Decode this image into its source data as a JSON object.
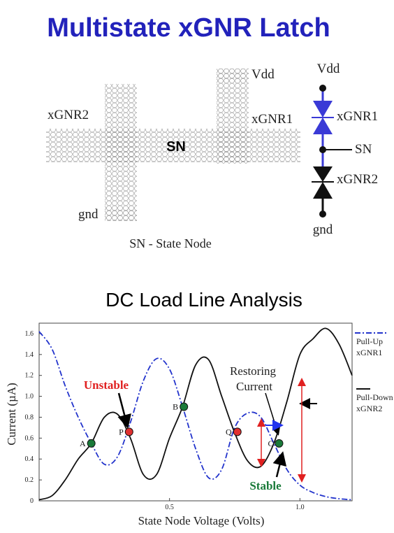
{
  "title": "Multistate xGNR Latch",
  "device": {
    "vdd": "Vdd",
    "xgnr1": "xGNR1",
    "xgnr2": "xGNR2",
    "sn": "SN",
    "gnd": "gnd",
    "caption": "SN - State Node"
  },
  "circuit": {
    "vdd": "Vdd",
    "xgnr1": "xGNR1",
    "sn": "SN",
    "xgnr2": "xGNR2",
    "gnd": "gnd",
    "colors": {
      "pullup": "#3a3ad6",
      "pulldown": "#111111"
    }
  },
  "analysis_title": "DC Load Line Analysis",
  "chart_data": {
    "type": "line",
    "xlabel": "State Node Voltage (Volts)",
    "ylabel": "Current (µA)",
    "xlim": [
      0,
      1.2
    ],
    "ylim": [
      0,
      1.7
    ],
    "xticks": [
      "0.5",
      "1.0"
    ],
    "yticks": [
      "0",
      "0.2",
      "0.4",
      "0.6",
      "0.8",
      "1.0",
      "1.2",
      "1.4",
      "1.6"
    ],
    "series": [
      {
        "name": "Pull-Up xGNR1",
        "style": "dash-dot",
        "color": "#2233cc",
        "x": [
          0,
          0.05,
          0.1,
          0.15,
          0.2,
          0.25,
          0.3,
          0.35,
          0.4,
          0.45,
          0.5,
          0.55,
          0.6,
          0.65,
          0.7,
          0.75,
          0.8,
          0.85,
          0.9,
          0.95,
          1.0,
          1.05,
          1.1,
          1.15,
          1.2
        ],
        "values": [
          1.62,
          1.45,
          1.1,
          0.8,
          0.55,
          0.35,
          0.42,
          0.75,
          1.15,
          1.36,
          1.26,
          0.9,
          0.5,
          0.22,
          0.3,
          0.7,
          0.84,
          0.8,
          0.55,
          0.3,
          0.15,
          0.08,
          0.04,
          0.02,
          0.01
        ]
      },
      {
        "name": "Pull-Down xGNR2",
        "style": "solid",
        "color": "#111111",
        "x": [
          0,
          0.05,
          0.1,
          0.15,
          0.2,
          0.25,
          0.3,
          0.35,
          0.4,
          0.45,
          0.5,
          0.55,
          0.6,
          0.65,
          0.7,
          0.75,
          0.8,
          0.85,
          0.9,
          0.95,
          1.0,
          1.05,
          1.1,
          1.15,
          1.2
        ],
        "values": [
          0.01,
          0.05,
          0.2,
          0.4,
          0.55,
          0.8,
          0.83,
          0.6,
          0.25,
          0.25,
          0.6,
          0.9,
          1.3,
          1.35,
          1.0,
          0.65,
          0.38,
          0.33,
          0.55,
          0.95,
          1.4,
          1.55,
          1.65,
          1.5,
          1.2
        ]
      }
    ],
    "points": [
      {
        "label": "A",
        "x": 0.2,
        "y": 0.55,
        "color": "#1a7a3a"
      },
      {
        "label": "P",
        "x": 0.345,
        "y": 0.66,
        "color": "#e03030"
      },
      {
        "label": "B",
        "x": 0.555,
        "y": 0.9,
        "color": "#1a7a3a"
      },
      {
        "label": "Q",
        "x": 0.76,
        "y": 0.66,
        "color": "#e03030"
      },
      {
        "label": "C",
        "x": 0.92,
        "y": 0.55,
        "color": "#1a7a3a"
      }
    ],
    "annotations": {
      "unstable": "Unstable",
      "stable": "Stable",
      "restoring_line1": "Restoring",
      "restoring_line2": "Current"
    },
    "legend": {
      "pullup_line1": "Pull-Up",
      "pullup_line2": "xGNR1",
      "pulldown_line1": "Pull-Down",
      "pulldown_line2": "xGNR2"
    }
  }
}
